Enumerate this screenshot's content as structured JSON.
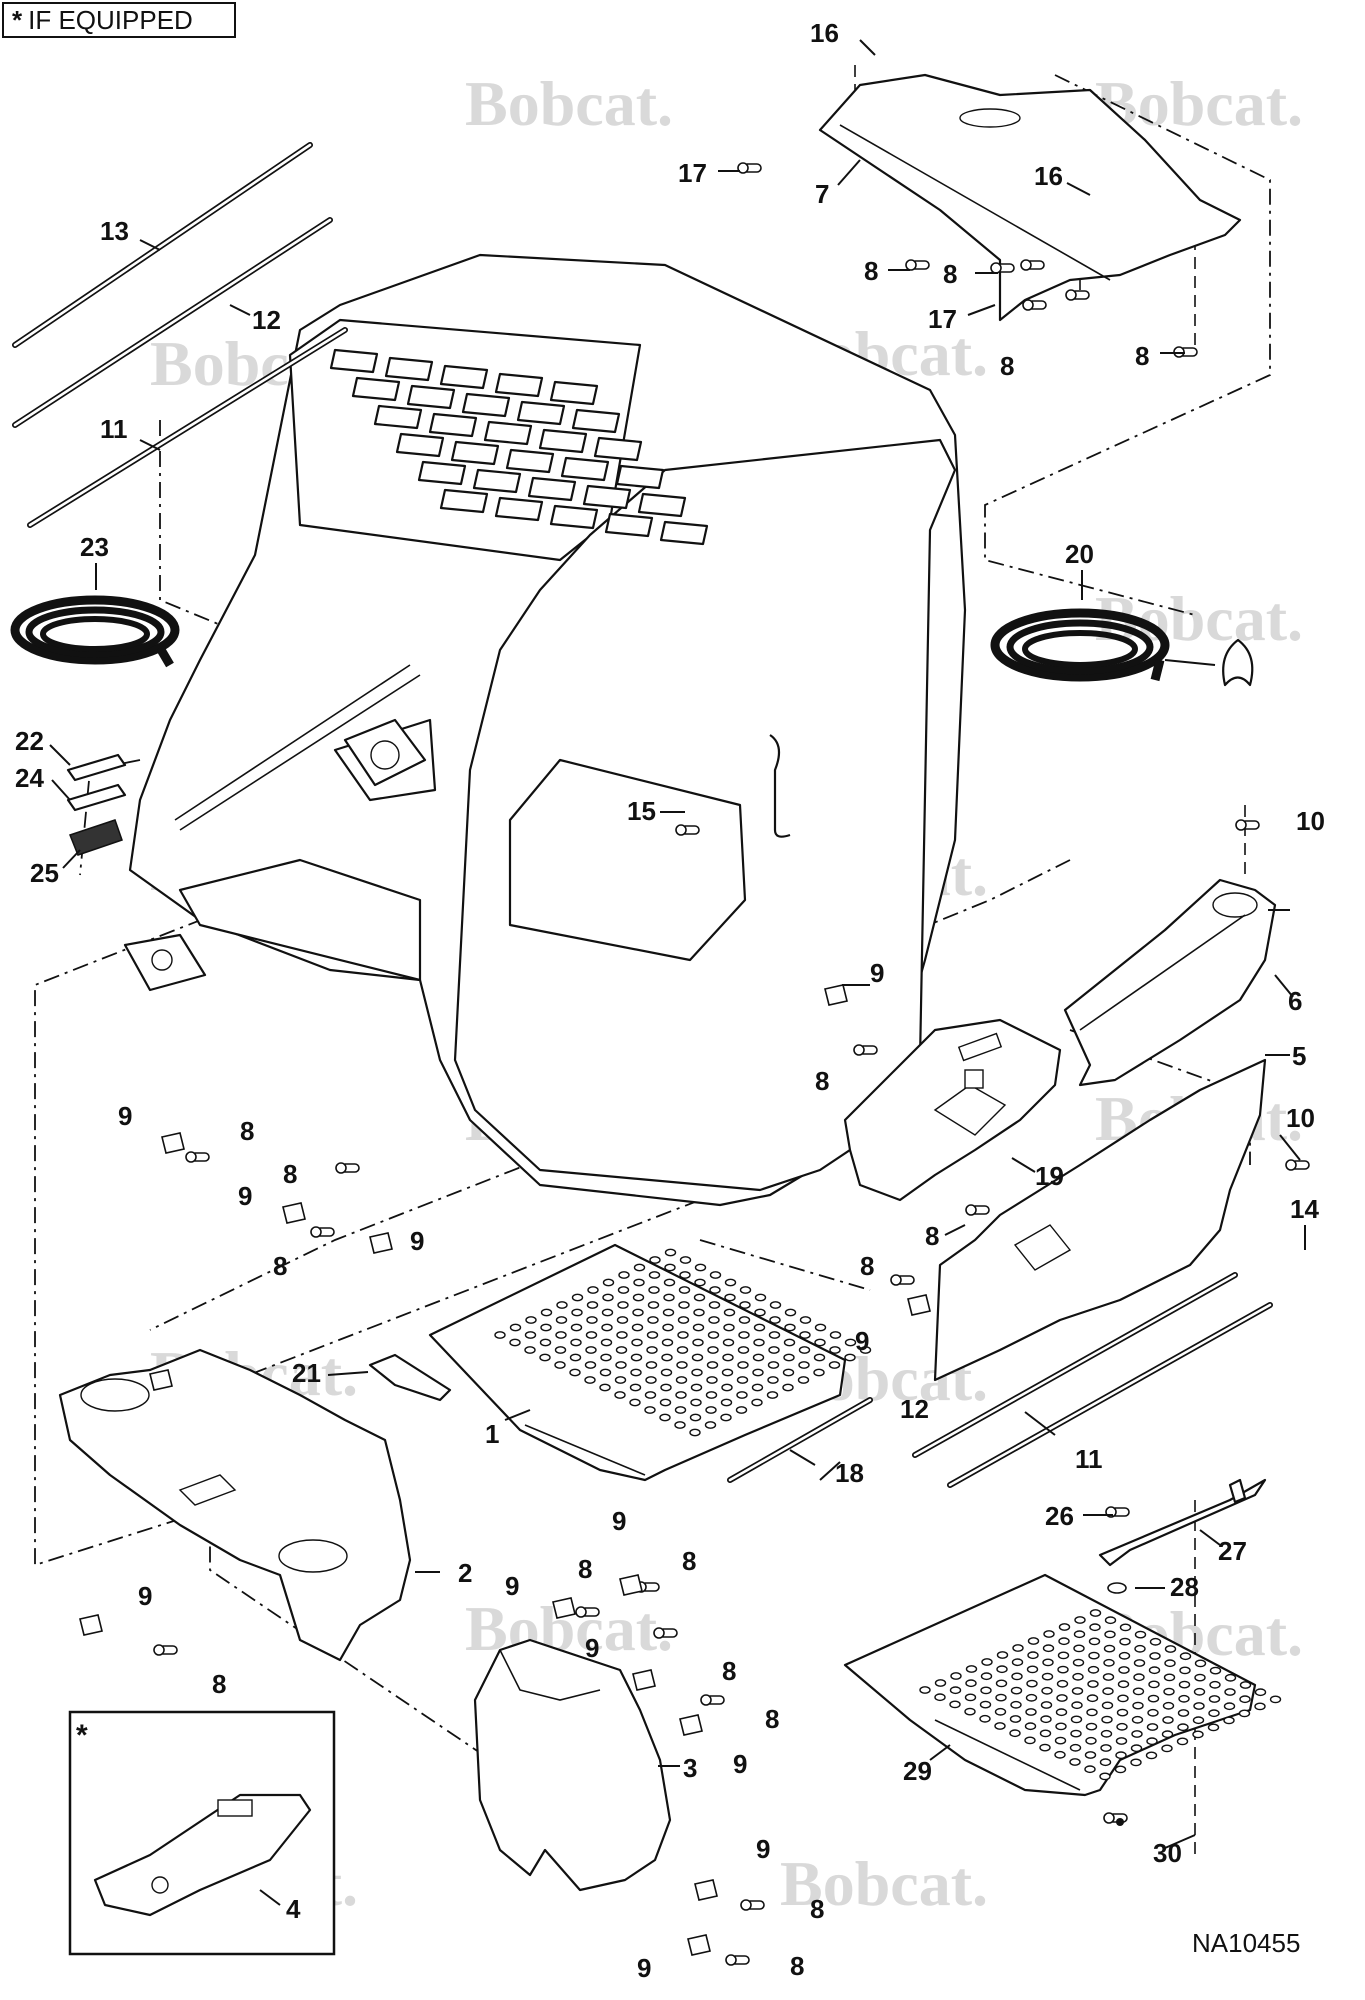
{
  "legend": {
    "symbol": "*",
    "text": "IF EQUIPPED"
  },
  "drawing_id": "NA10455",
  "watermark": "Bobcat.",
  "callouts": [
    {
      "n": "16"
    },
    {
      "n": "17"
    },
    {
      "n": "7"
    },
    {
      "n": "16"
    },
    {
      "n": "8"
    },
    {
      "n": "8"
    },
    {
      "n": "17"
    },
    {
      "n": "8"
    },
    {
      "n": "8"
    },
    {
      "n": "13"
    },
    {
      "n": "12"
    },
    {
      "n": "11"
    },
    {
      "n": "23"
    },
    {
      "n": "20"
    },
    {
      "n": "22"
    },
    {
      "n": "24"
    },
    {
      "n": "25"
    },
    {
      "n": "15"
    },
    {
      "n": "10"
    },
    {
      "n": "6"
    },
    {
      "n": "9"
    },
    {
      "n": "8"
    },
    {
      "n": "5"
    },
    {
      "n": "10"
    },
    {
      "n": "19"
    },
    {
      "n": "9"
    },
    {
      "n": "8"
    },
    {
      "n": "8"
    },
    {
      "n": "9"
    },
    {
      "n": "9"
    },
    {
      "n": "8"
    },
    {
      "n": "8"
    },
    {
      "n": "14"
    },
    {
      "n": "8"
    },
    {
      "n": "9"
    },
    {
      "n": "21"
    },
    {
      "n": "12"
    },
    {
      "n": "1"
    },
    {
      "n": "11"
    },
    {
      "n": "18"
    },
    {
      "n": "26"
    },
    {
      "n": "27"
    },
    {
      "n": "28"
    },
    {
      "n": "9"
    },
    {
      "n": "8"
    },
    {
      "n": "9"
    },
    {
      "n": "8"
    },
    {
      "n": "2"
    },
    {
      "n": "9"
    },
    {
      "n": "8"
    },
    {
      "n": "9"
    },
    {
      "n": "8"
    },
    {
      "n": "8"
    },
    {
      "n": "9"
    },
    {
      "n": "29"
    },
    {
      "n": "3"
    },
    {
      "n": "30"
    },
    {
      "n": "9"
    },
    {
      "n": "8"
    },
    {
      "n": "9"
    },
    {
      "n": "8"
    },
    {
      "n": "4"
    },
    {
      "n": "*"
    }
  ]
}
